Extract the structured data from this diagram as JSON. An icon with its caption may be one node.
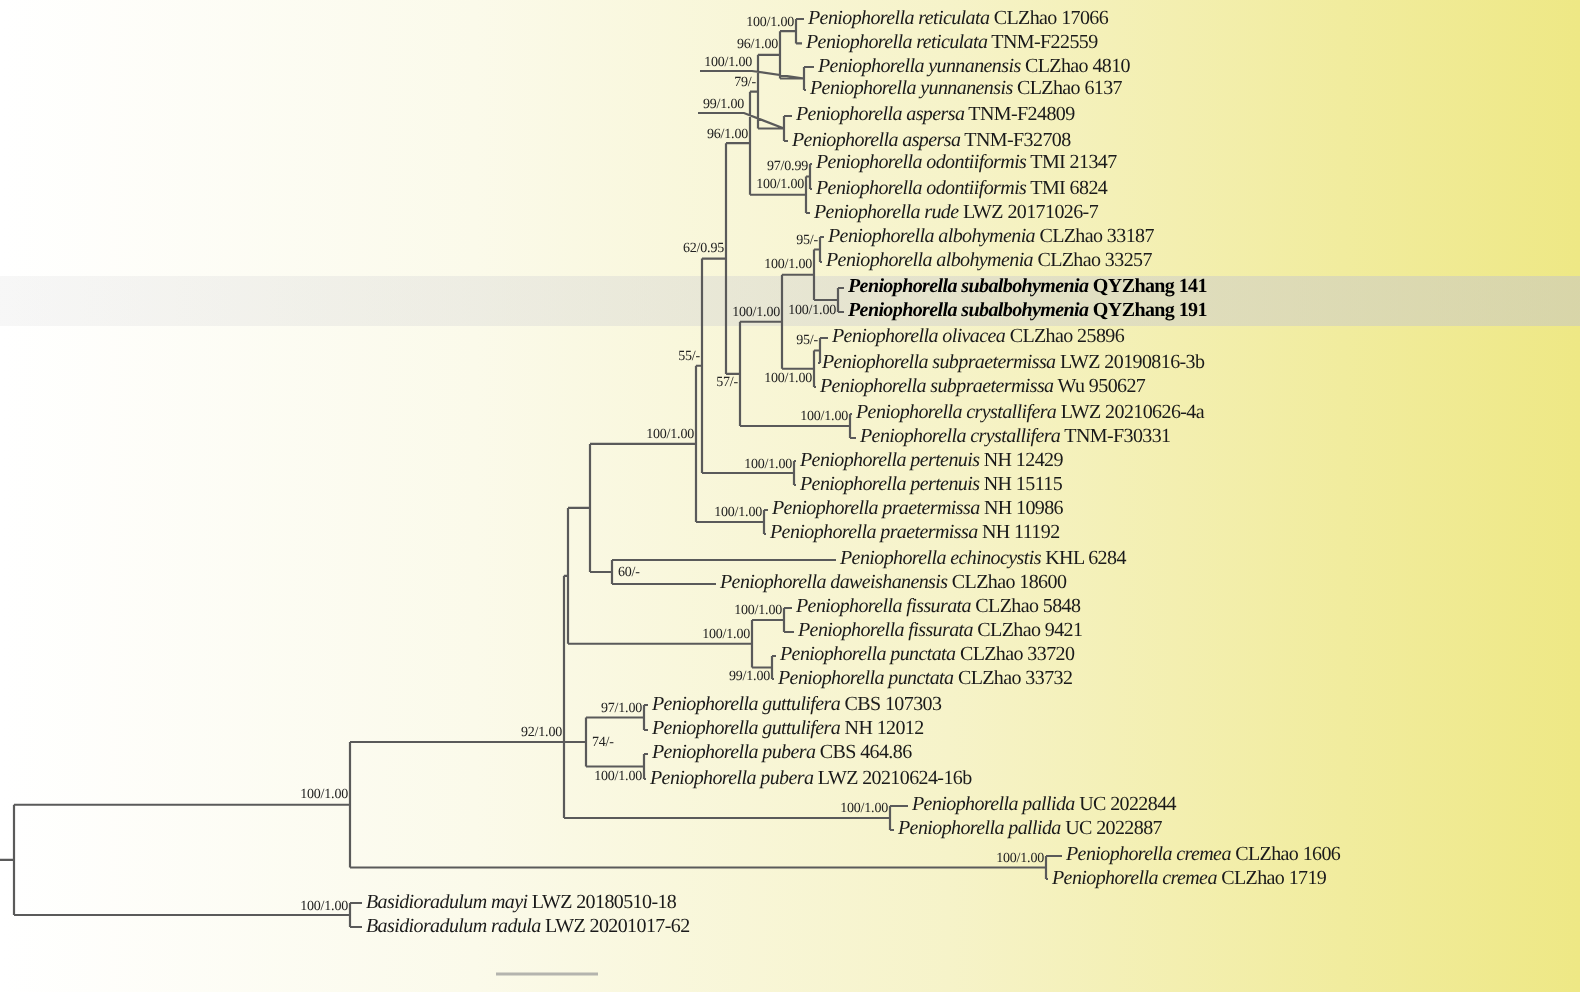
{
  "diagram": {
    "labels": [
      "*Peniophorella reticulata* CLZhao 17066",
      "100/1.00",
      "*Peniophorella reticulata* TNM-F22559",
      "96/1.00",
      "100/1.00",
      "*Peniophorella yunnanensis* CLZhao 4810",
      "79/-",
      "*Peniophorella yunnanensis* CLZhao 6137",
      "99/1.00",
      "*Peniophorella aspersa* TNM-F24809",
      "96/1.00",
      "*Peniophorella aspersa* TNM-F32708",
      "*Peniophorella odontiiformis* TMI 21347",
      "97/0.99",
      "*Peniophorella odontiiformis* TMI 6824",
      "100/1.00",
      "*Peniophorella rude* LWZ 20171026-7",
      "*Peniophorella albohymenia* CLZhao 33187",
      "95/-",
      "62/0.95",
      "*Peniophorella albohymenia* CLZhao 33257",
      "100/1.00",
      "*Peniophorella subalbohymenia* QYZhang 141",
      "100/1.00",
      "*Peniophorella subalbohymenia* QYZhang 191",
      "100/1.00",
      "*Peniophorella olivacea* CLZhao 25896",
      "95/-",
      "55/-",
      "*Peniophorella subpraetermissa* LWZ 20190816-3b",
      "100/1.00",
      "57/-",
      "*Peniophorella subpraetermissa* Wu 950627",
      "*Peniophorella crystallifera* LWZ 20210626-4a",
      "100/1.00",
      "100/1.00",
      "*Peniophorella crystallifera* TNM-F30331",
      "*Peniophorella pertenuis* NH 12429",
      "100/1.00",
      "*Peniophorella pertenuis* NH 15115",
      "*Peniophorella praetermissa* NH 10986",
      "100/1.00",
      "*Peniophorella praetermissa* NH 11192",
      "*Peniophorella echinocystis* KHL 6284",
      "60/-",
      "*Peniophorella daweishanensis* CLZhao 18600",
      "*Peniophorella fissurata* CLZhao 5848",
      "100/1.00",
      "*Peniophorella fissurata* CLZhao 9421",
      "100/1.00",
      "*Peniophorella punctata* CLZhao 33720",
      "99/1.00",
      "*Peniophorella punctata* CLZhao 33732",
      "*Peniophorella guttulifera* CBS 107303",
      "97/1.00",
      "92/1.00",
      "*Peniophorella guttulifera* NH 12012",
      "74/-",
      "*Peniophorella pubera* CBS 464.86",
      "100/1.00",
      "*Peniophorella pubera* LWZ 20210624-16b",
      "100/1.00",
      "*Peniophorella pallida* UC 2022844",
      "100/1.00",
      "*Peniophorella pallida* UC 2022887",
      "*Peniophorella cremea* CLZhao 1606",
      "100/1.00",
      "*Peniophorella cremea* CLZhao 1719",
      "*Basidioradulum mayi* LWZ 20180510-18",
      "100/1.00",
      "*Basidioradulum radula* LWZ 20201017-62"
    ]
  }
}
